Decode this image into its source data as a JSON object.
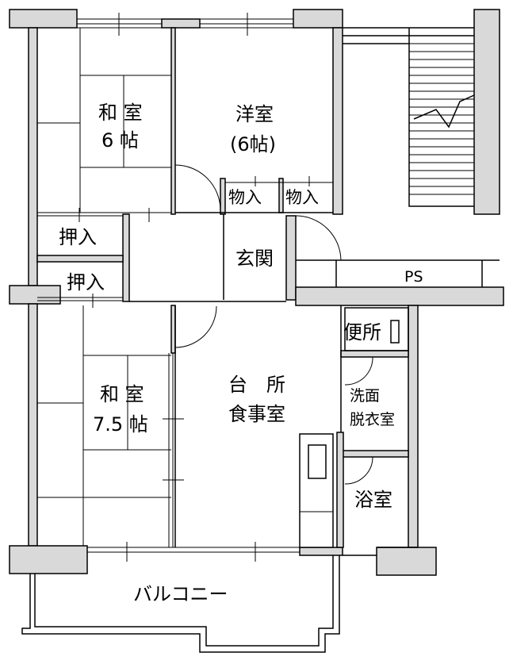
{
  "colors": {
    "wall": "#d9d9d9",
    "line": "#000000",
    "background": "#ffffff"
  },
  "rooms": {
    "washitsu6": {
      "line1": "和 室",
      "line2": "6  帖"
    },
    "youshitsu": {
      "line1": "洋室",
      "line2": "(6帖)"
    },
    "storage1": "物入",
    "storage2": "物入",
    "closet1": "押入",
    "closet2": "押入",
    "entrance": "玄関",
    "ps": "PS",
    "washitsu75": {
      "line1": "和 室",
      "line2": "7.5 帖"
    },
    "kitchen": {
      "line1": "台　所",
      "line2": "食事室"
    },
    "toilet": "便所",
    "washroom": {
      "line1": "洗面",
      "line2": "脱衣室"
    },
    "bath": "浴室",
    "balcony": "バルコニー"
  }
}
